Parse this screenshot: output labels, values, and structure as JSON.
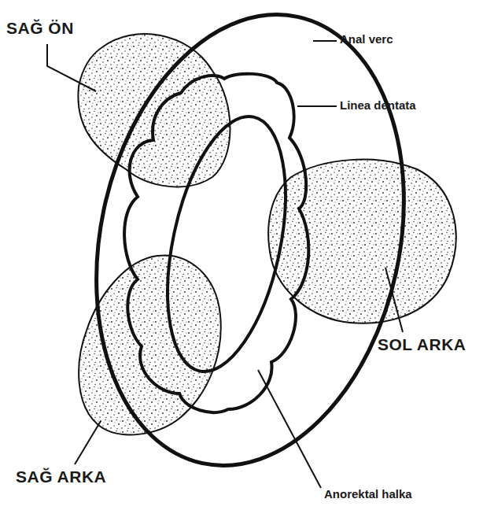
{
  "diagram": {
    "labels": [
      "SAĞ ÖN",
      "Anal verc",
      "Linea dentata",
      "SOL ARKA",
      "SAĞ ARKA",
      "Anorektal halka"
    ]
  }
}
